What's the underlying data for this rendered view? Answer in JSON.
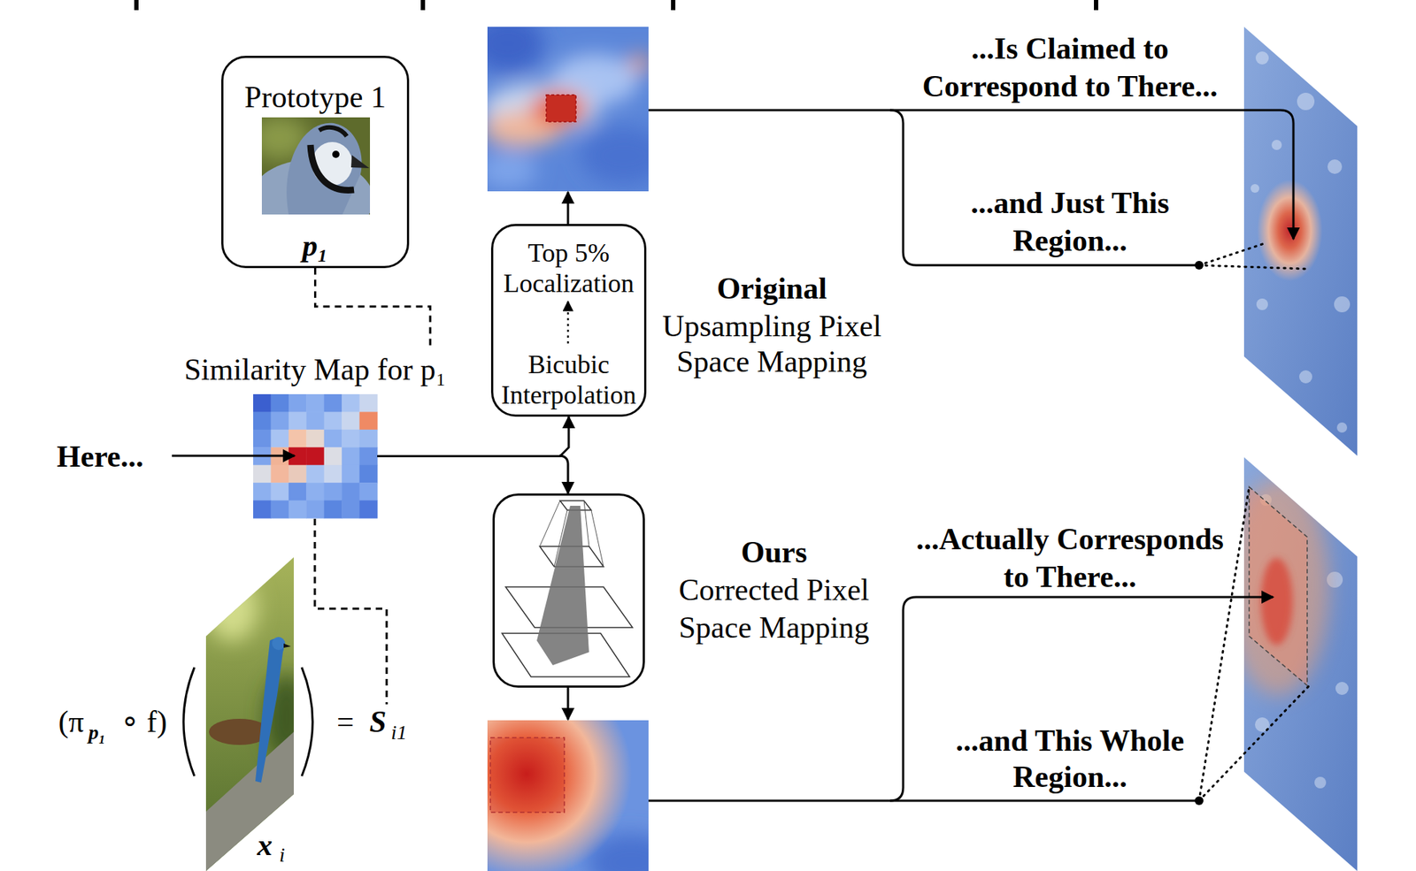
{
  "diagram": {
    "nodes": [
      {
        "text": [
          "Prototype 1",
          "p₁"
        ]
      },
      {
        "text": [
          "Similarity Map for p₁"
        ]
      },
      {
        "text": [
          "Top 5% Localization",
          "Bicubic Interpolation"
        ]
      }
    ],
    "edges": [
      {
        "from": 0,
        "to": 1,
        "arrow": "none"
      },
      {
        "from": 1,
        "to": 2,
        "arrow": "to"
      }
    ],
    "labels": [
      "Here...",
      "(π",
      "p₁",
      "∘ f)",
      "=",
      "S",
      "i1",
      "x",
      "i",
      "Original",
      "Upsampling Pixel Space Mapping",
      "Ours",
      "Corrected Pixel Space Mapping",
      "...Is Claimed to Correspond to There...",
      "...and Just This Region...",
      "...Actually Corresponds to There...",
      "...and This Whole Region..."
    ]
  }
}
